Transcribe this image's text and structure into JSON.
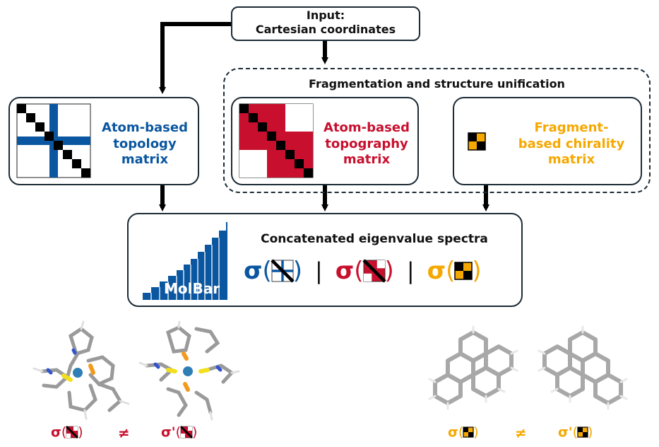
{
  "input": {
    "line1": "Input:",
    "line2": "Cartesian coordinates"
  },
  "fragmentation_label": "Fragmentation and structure unification",
  "topology": {
    "line1": "Atom-based",
    "line2": "topology",
    "line3": "matrix"
  },
  "topography": {
    "line1": "Atom-based",
    "line2": "topography",
    "line3": "matrix"
  },
  "chirality": {
    "line1": "Fragment-",
    "line2": "based chirality",
    "line3": "matrix"
  },
  "spectra_title": "Concatenated eigenvalue spectra",
  "logo_text": "MolBar",
  "sigma_symbol": "σ",
  "sigma_prime": "σ'",
  "open_paren": "(",
  "close_paren": ")",
  "separator": "|",
  "not_equal": "≠",
  "colors": {
    "blue": "#0a56a0",
    "red": "#c8102e",
    "orange": "#f5a800",
    "dark": "#1c2b36"
  }
}
